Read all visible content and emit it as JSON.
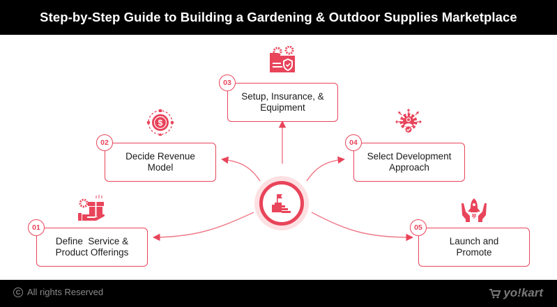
{
  "title": "Step-by-Step Guide to Building a Gardening & Outdoor Supplies Marketplace",
  "accent_color": "#e8445a",
  "hub": {
    "icon": "stairs-flag-icon"
  },
  "steps": [
    {
      "number": "01",
      "label": "Define  Service & Product Offerings",
      "icon": "gift-gear-hand-icon"
    },
    {
      "number": "02",
      "label": "Decide Revenue Model",
      "icon": "dollar-cycle-icon"
    },
    {
      "number": "03",
      "label": "Setup, Insurance, & Equipment",
      "icon": "folder-shield-gear-icon"
    },
    {
      "number": "04",
      "label": "Select Development Approach",
      "icon": "gear-person-arrows-icon"
    },
    {
      "number": "05",
      "label": "Launch and Promote",
      "icon": "rocket-hands-icon"
    }
  ],
  "footer": {
    "copyright_symbol": "C",
    "copyright_text": "All rights Reserved",
    "logo_text": "yo!kart"
  }
}
